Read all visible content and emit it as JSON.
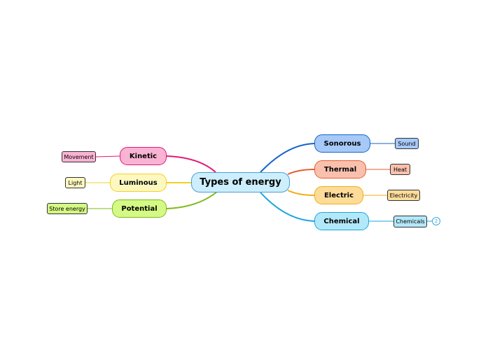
{
  "central": {
    "label": "Types of energy"
  },
  "branches": {
    "kinetic": {
      "label": "Kinetic",
      "child": "Movement",
      "color": "#e2187a",
      "fill": "#f9b3d3"
    },
    "luminous": {
      "label": "Luminous",
      "child": "Light",
      "color": "#f2d022",
      "fill": "#fdf8c0"
    },
    "potential": {
      "label": "Potential",
      "child": "Store energy",
      "color": "#7dba18",
      "fill": "#d4f985"
    },
    "sonorous": {
      "label": "Sonorous",
      "child": "Sound",
      "color": "#1563c9",
      "fill": "#a6c9f7"
    },
    "thermal": {
      "label": "Thermal",
      "child": "Heat",
      "color": "#e85c2c",
      "fill": "#f9c1ad"
    },
    "electric": {
      "label": "Electric",
      "child": "Electricity",
      "color": "#f3ac12",
      "fill": "#fddc9a"
    },
    "chemical": {
      "label": "Chemical",
      "child": "Chemicals",
      "color": "#1aa6df",
      "fill": "#b3e8f9",
      "collapsed_count": "2"
    }
  }
}
